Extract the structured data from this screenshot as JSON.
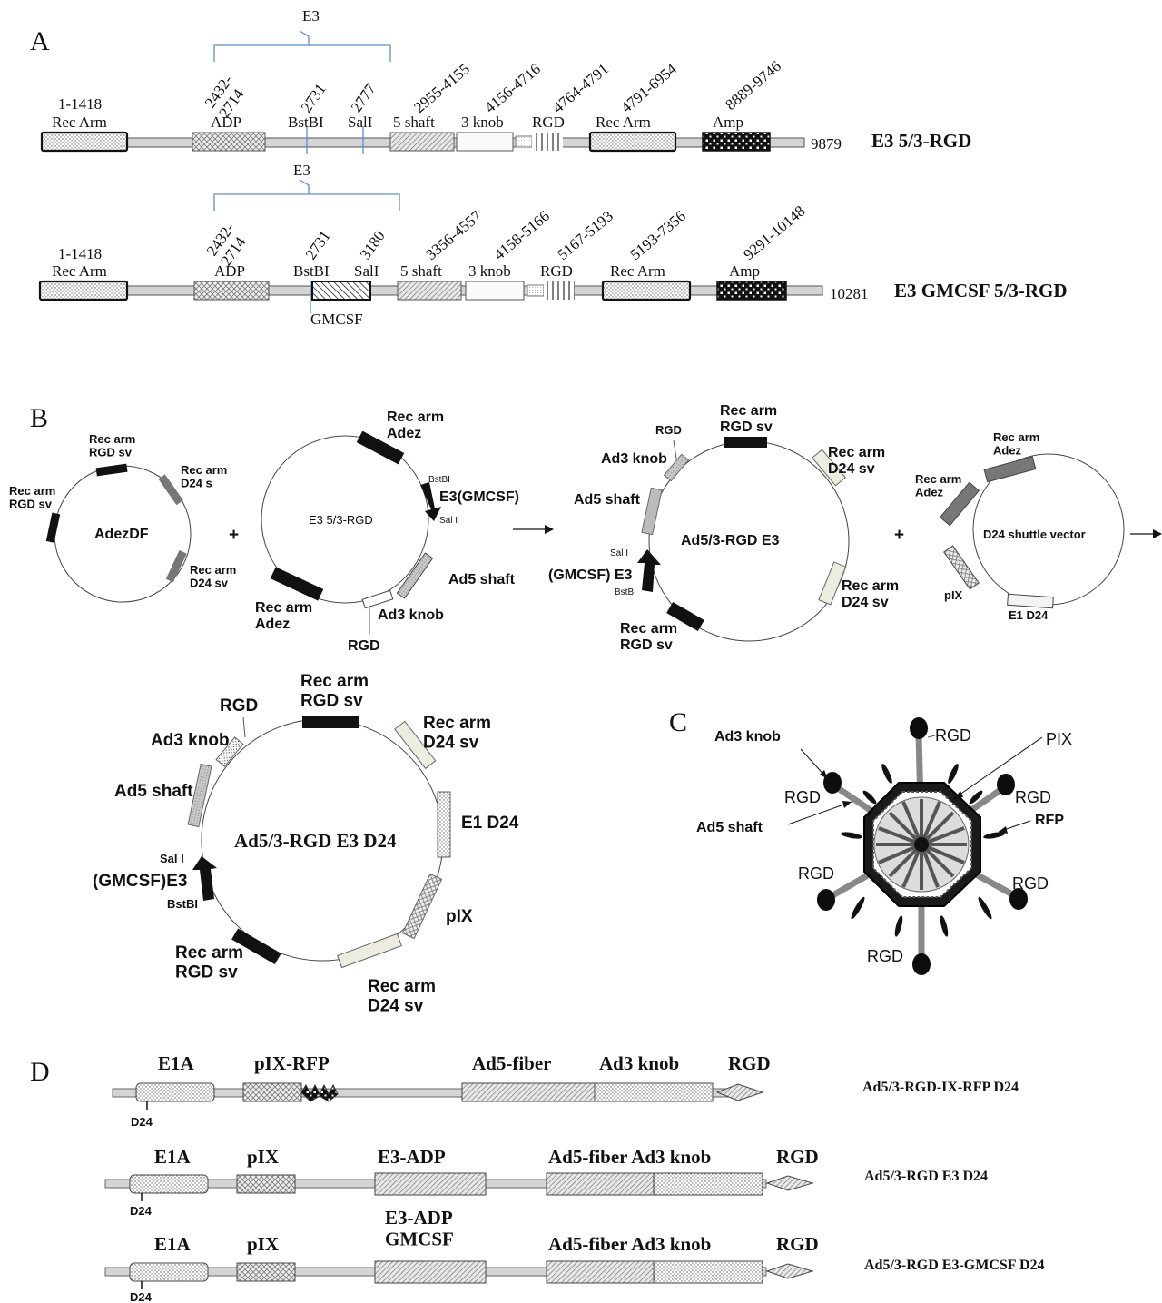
{
  "panels": {
    "a": "A",
    "b": "B",
    "c": "C",
    "d": "D"
  },
  "panel_a": {
    "bracket_label": "E3",
    "construct1": {
      "name": "E3 5/3-RGD",
      "total": "9879",
      "coords": [
        "1-1418",
        "2432-\n2714",
        "2731",
        "2777",
        "2955-4155",
        "4156-4716",
        "4764-4791",
        "4791-6954",
        "8889-9746"
      ],
      "labels": [
        "Rec Arm",
        "ADP",
        "BstBI",
        "SalI",
        "5 shaft",
        "3 knob",
        "RGD",
        "Rec Arm",
        "Amp"
      ]
    },
    "construct2": {
      "name": "E3 GMCSF 5/3-RGD",
      "total": "10281",
      "coords": [
        "1-1418",
        "2432-\n2714",
        "2731",
        "3180",
        "3356-4557",
        "4158-5166",
        "5167-5193",
        "5193-7356",
        "9291-10148"
      ],
      "labels": [
        "Rec Arm",
        "ADP",
        "BstBI",
        "SalI",
        "5 shaft",
        "3 knob",
        "RGD",
        "Rec Arm",
        "Amp"
      ],
      "insert": "GMCSF"
    }
  },
  "panel_b": {
    "plus": "+",
    "p1": {
      "center": "AdezDF",
      "rec_rgd_top": "Rec arm\nRGD sv",
      "rec_rgd_left": "Rec arm\nRGD sv",
      "rec_d24_s": "Rec arm\nD24 s",
      "rec_d24_sv": "Rec arm\nD24 sv"
    },
    "p2": {
      "center": "E3 5/3-RGD",
      "rec_adez_top": "Rec arm\nAdez",
      "bstbi": "BstBI",
      "e3": "E3(GMCSF)",
      "sali": "Sal I",
      "shaft": "Ad5 shaft",
      "knob": "Ad3 knob",
      "rgd": "RGD",
      "rec_adez_bottom": "Rec arm\nAdez"
    },
    "p3": {
      "center": "Ad5/3-RGD E3",
      "rgd": "RGD",
      "rec_rgd_top": "Rec arm\nRGD sv",
      "rec_d24_top": "Rec arm\nD24 sv",
      "knob": "Ad3 knob",
      "shaft": "Ad5 shaft",
      "sali": "Sal I",
      "e3": "(GMCSF) E3",
      "bstbi": "BstBI",
      "rec_rgd_bottom": "Rec arm\nRGD sv",
      "rec_d24_bottom": "Rec arm\nD24 sv"
    },
    "p4": {
      "center": "D24 shuttle vector",
      "rec_adez_top": "Rec arm\nAdez",
      "rec_adez_left": "Rec arm\nAdez",
      "pix": "pIX",
      "e1": "E1 D24"
    },
    "p5": {
      "center": "Ad5/3-RGD E3 D24",
      "rgd": "RGD",
      "rec_rgd_top": "Rec arm\nRGD sv",
      "rec_d24_top": "Rec arm\nD24 sv",
      "knob": "Ad3 knob",
      "shaft": "Ad5 shaft",
      "e1": "E1 D24",
      "sali": "Sal I",
      "e3": "(GMCSF)E3",
      "bstbi": "BstBI",
      "pix": "pIX",
      "rec_rgd_bottom": "Rec arm\nRGD sv",
      "rec_d24_bottom": "Rec arm\nD24 sv"
    }
  },
  "panel_c": {
    "knob": "Ad3 knob",
    "shaft": "Ad5 shaft",
    "pix": "PIX",
    "rfp": "RFP",
    "rgd": "RGD"
  },
  "panel_d": {
    "rows": [
      {
        "name": "Ad5/3-RGD-IX-RFP D24",
        "labels": [
          "E1A",
          "pIX-RFP",
          "Ad5-fiber",
          "Ad3 knob",
          "RGD"
        ],
        "d24": "D24"
      },
      {
        "name": "Ad5/3-RGD E3 D24",
        "labels": [
          "E1A",
          "pIX",
          "E3-ADP",
          "Ad5-fiber Ad3 knob",
          "RGD"
        ],
        "d24": "D24"
      },
      {
        "name": "Ad5/3-RGD E3-GMCSF D24",
        "labels": [
          "E1A",
          "pIX",
          "E3-ADP\nGMCSF",
          "Ad5-fiber Ad3 knob",
          "RGD"
        ],
        "d24": "D24"
      }
    ]
  }
}
